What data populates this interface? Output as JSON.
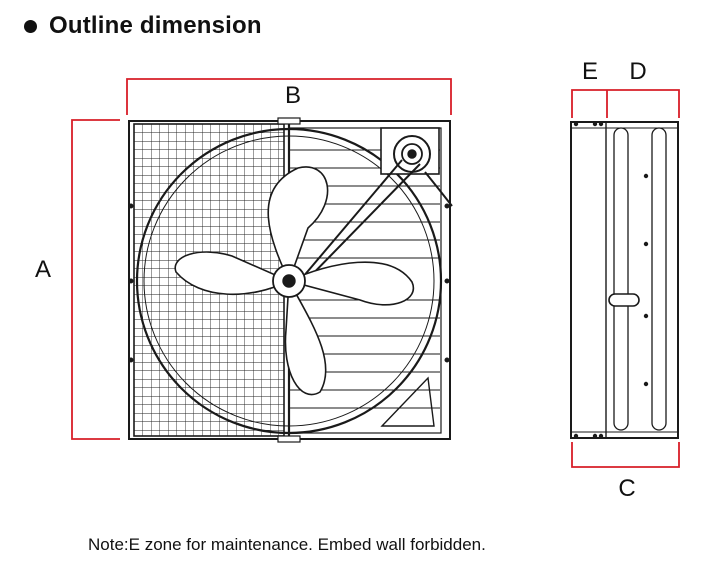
{
  "heading": {
    "text": "Outline dimension"
  },
  "labels": {
    "a": "A",
    "b": "B",
    "c": "C",
    "d": "D",
    "e": "E"
  },
  "note": "Note:E zone for maintenance. Embed wall forbidden.",
  "colors": {
    "dimension_line": "#d81e28",
    "drawing": "#1a1a1a"
  }
}
